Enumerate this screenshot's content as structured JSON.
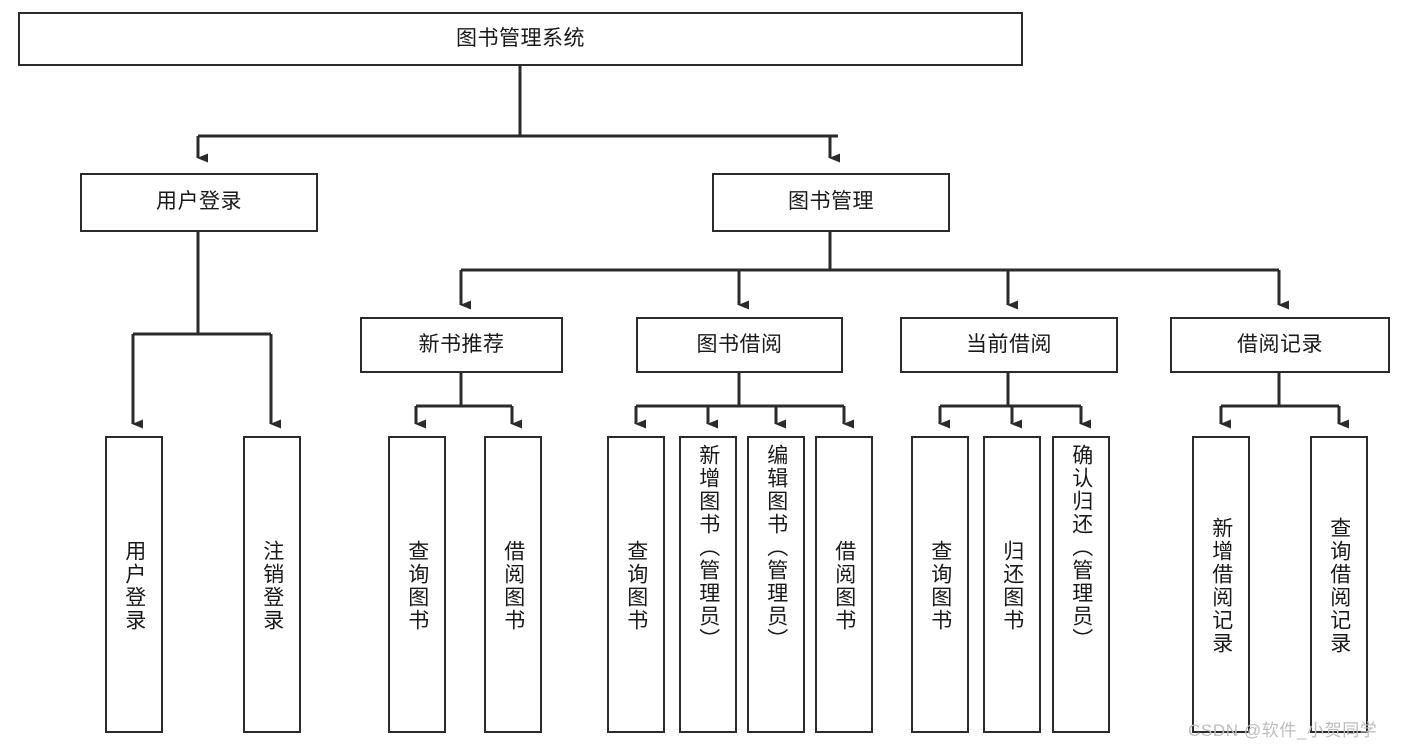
{
  "diagram": {
    "title": "图书管理系统",
    "type": "tree-structure-chart",
    "colors": {
      "box_border": "#2b2b2b",
      "box_fill": "#ffffff",
      "connector": "#2b2b2b",
      "text": "#1a1a1a",
      "watermark": "#bdbdbd",
      "background": "#ffffff"
    },
    "levels": {
      "root": {
        "label": "图书管理系统",
        "orientation": "horizontal"
      },
      "level2": [
        {
          "label": "用户登录",
          "orientation": "horizontal"
        },
        {
          "label": "图书管理",
          "orientation": "horizontal"
        }
      ],
      "level3": [
        {
          "label": "新书推荐",
          "orientation": "horizontal"
        },
        {
          "label": "图书借阅",
          "orientation": "horizontal"
        },
        {
          "label": "当前借阅",
          "orientation": "horizontal"
        },
        {
          "label": "借阅记录",
          "orientation": "horizontal"
        }
      ],
      "leaves": [
        {
          "label": "用户登录",
          "orientation": "vertical",
          "parent": "用户登录"
        },
        {
          "label": "注销登录",
          "orientation": "vertical",
          "parent": "用户登录"
        },
        {
          "label": "查询图书",
          "orientation": "vertical",
          "parent": "新书推荐"
        },
        {
          "label": "借阅图书",
          "orientation": "vertical",
          "parent": "新书推荐"
        },
        {
          "label": "查询图书",
          "orientation": "vertical",
          "parent": "图书借阅"
        },
        {
          "label": "新增图书（管理员）",
          "orientation": "vertical",
          "parent": "图书借阅"
        },
        {
          "label": "编辑图书（管理员）",
          "orientation": "vertical",
          "parent": "图书借阅"
        },
        {
          "label": "借阅图书",
          "orientation": "vertical",
          "parent": "图书借阅"
        },
        {
          "label": "查询图书",
          "orientation": "vertical",
          "parent": "当前借阅"
        },
        {
          "label": "归还图书",
          "orientation": "vertical",
          "parent": "当前借阅"
        },
        {
          "label": "确认归还（管理员）",
          "orientation": "vertical",
          "parent": "当前借阅"
        },
        {
          "label": "新增借阅记录",
          "orientation": "vertical",
          "parent": "借阅记录"
        },
        {
          "label": "查询借阅记录",
          "orientation": "vertical",
          "parent": "借阅记录"
        }
      ]
    }
  },
  "watermark": {
    "text": "CSDN @软件_小贺同学"
  }
}
